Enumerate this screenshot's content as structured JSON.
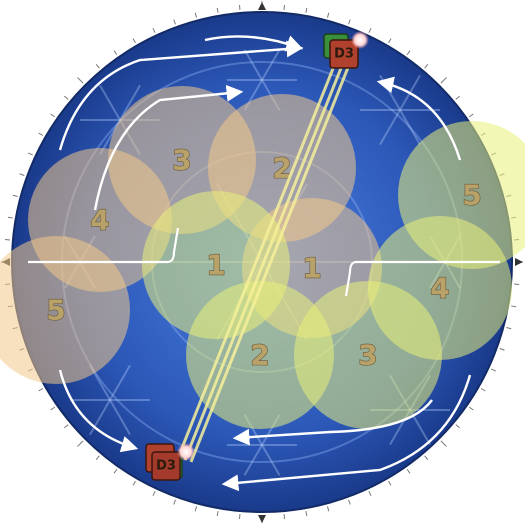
{
  "arena": {
    "name_icon": "snowflake-ice-floor",
    "colors": {
      "floor_outer": "#1f3f8f",
      "floor_inner": "#3a6ed0",
      "orange_aoe": "#f3c98b",
      "yellow_aoe": "#e8f07a",
      "arrow": "#ffffff",
      "tether": "#f6f09a",
      "marker_red": "#b0412f",
      "marker_green": "#3a8f3a"
    }
  },
  "orange_circles": [
    {
      "label": "1"
    },
    {
      "label": "2"
    },
    {
      "label": "3"
    },
    {
      "label": "4"
    },
    {
      "label": "5"
    }
  ],
  "yellow_circles": [
    {
      "label": "1"
    },
    {
      "label": "2"
    },
    {
      "label": "3"
    },
    {
      "label": "4"
    },
    {
      "label": "5"
    }
  ],
  "markers": [
    {
      "label": "D3",
      "icon": "party-marker-icon"
    },
    {
      "label": "D3",
      "icon": "party-marker-icon"
    }
  ]
}
